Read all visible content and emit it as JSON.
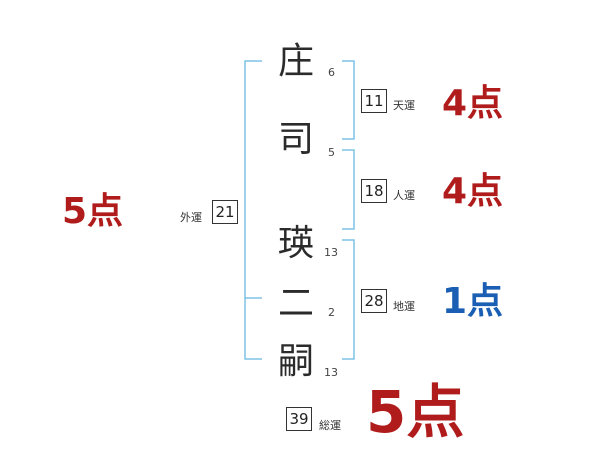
{
  "surname": [
    {
      "char": "庄",
      "strokes": "6"
    },
    {
      "char": "司",
      "strokes": "5"
    }
  ],
  "given": [
    {
      "char": "瑛",
      "strokes": "13"
    },
    {
      "char": "二",
      "strokes": "2"
    },
    {
      "char": "嗣",
      "strokes": "13"
    }
  ],
  "fortunes": {
    "ten": {
      "value": "11",
      "label": "天運",
      "score": "4点",
      "color": "#b01b1b"
    },
    "jin": {
      "value": "18",
      "label": "人運",
      "score": "4点",
      "color": "#b01b1b"
    },
    "chi": {
      "value": "28",
      "label": "地運",
      "score": "1点",
      "color": "#1a5fb4"
    },
    "gai": {
      "value": "21",
      "label": "外運",
      "score": "5点",
      "color": "#b01b1b"
    },
    "sou": {
      "value": "39",
      "label": "総運",
      "score": "5点",
      "color": "#b01b1b"
    }
  },
  "bracket_color": "#7ec3e6"
}
